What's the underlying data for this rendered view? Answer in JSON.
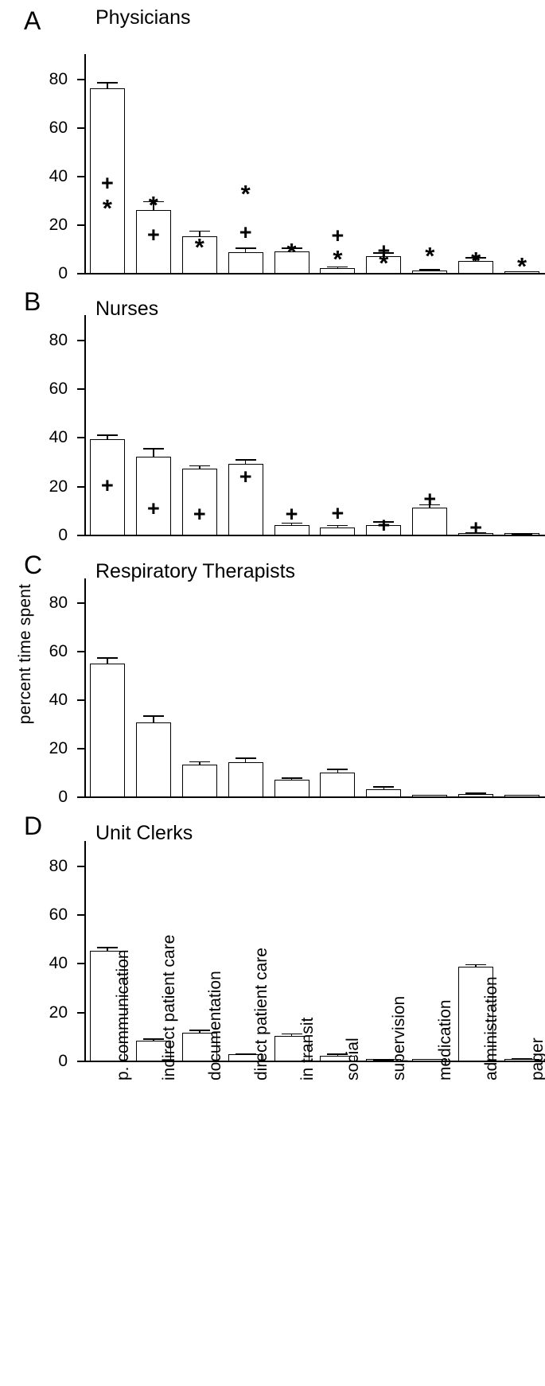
{
  "figure": {
    "ylabel": "percent time spent",
    "yticks": [
      0,
      20,
      40,
      60,
      80
    ],
    "categories": [
      "p. communication",
      "indirect patient care",
      "documentation",
      "direct patient care",
      "in transit",
      "social",
      "supervision",
      "medication",
      "administration",
      "pager"
    ]
  },
  "panels": [
    {
      "letter": "A",
      "title": "Physicians"
    },
    {
      "letter": "B",
      "title": "Nurses"
    },
    {
      "letter": "C",
      "title": "Respiratory Therapists"
    },
    {
      "letter": "D",
      "title": "Unit Clerks"
    }
  ],
  "chart_data": [
    {
      "type": "bar",
      "panel": "A",
      "title": "Physicians",
      "xlabel": "",
      "ylabel": "percent time spent",
      "ylim": [
        0,
        90
      ],
      "yticks": [
        0,
        20,
        40,
        60,
        80
      ],
      "grid": false,
      "categories": [
        "p. communication",
        "indirect patient care",
        "documentation",
        "direct patient care",
        "in transit",
        "social",
        "supervision",
        "medication",
        "administration",
        "pager"
      ],
      "values": [
        76.0,
        26.0,
        15.0,
        8.5,
        9.0,
        2.0,
        7.0,
        1.0,
        5.0,
        0.3
      ],
      "errors": [
        2.5,
        3.5,
        2.5,
        2.0,
        1.5,
        0.7,
        1.5,
        0.5,
        1.5,
        0.2
      ],
      "annotations": [
        {
          "category": "p. communication",
          "symbol": "+",
          "value": 36.5
        },
        {
          "category": "p. communication",
          "symbol": "*",
          "value": 24.5
        },
        {
          "category": "indirect patient care",
          "symbol": "*",
          "value": 26.0
        },
        {
          "category": "indirect patient care",
          "symbol": "+",
          "value": 15.5
        },
        {
          "category": "documentation",
          "symbol": "*",
          "value": 8.5
        },
        {
          "category": "direct patient care",
          "symbol": "*",
          "value": 30.5
        },
        {
          "category": "direct patient care",
          "symbol": "+",
          "value": 16.5
        },
        {
          "category": "in transit",
          "symbol": "*",
          "value": 6.5
        },
        {
          "category": "social",
          "symbol": "+",
          "value": 15.0
        },
        {
          "category": "social",
          "symbol": "*",
          "value": 3.5
        },
        {
          "category": "supervision",
          "symbol": "+",
          "value": 9.0
        },
        {
          "category": "supervision",
          "symbol": "*",
          "value": 2.0
        },
        {
          "category": "medication",
          "symbol": "*",
          "value": 5.0
        },
        {
          "category": "administration",
          "symbol": "*",
          "value": 3.0
        },
        {
          "category": "pager",
          "symbol": "*",
          "value": 0.5
        }
      ]
    },
    {
      "type": "bar",
      "panel": "B",
      "title": "Nurses",
      "xlabel": "",
      "ylabel": "percent time spent",
      "ylim": [
        0,
        90
      ],
      "yticks": [
        0,
        20,
        40,
        60,
        80
      ],
      "grid": false,
      "categories": [
        "p. communication",
        "indirect patient care",
        "documentation",
        "direct patient care",
        "in transit",
        "social",
        "supervision",
        "medication",
        "administration",
        "pager"
      ],
      "values": [
        39.0,
        32.0,
        27.0,
        29.0,
        4.0,
        3.0,
        4.0,
        11.0,
        0.5,
        0.2
      ],
      "errors": [
        2.0,
        3.5,
        1.5,
        2.0,
        1.0,
        1.0,
        1.5,
        1.5,
        0.3,
        0.1
      ],
      "annotations": [
        {
          "category": "p. communication",
          "symbol": "+",
          "value": 20.0
        },
        {
          "category": "indirect patient care",
          "symbol": "+",
          "value": 10.5
        },
        {
          "category": "documentation",
          "symbol": "+",
          "value": 8.0
        },
        {
          "category": "direct patient care",
          "symbol": "+",
          "value": 23.5
        },
        {
          "category": "in transit",
          "symbol": "+",
          "value": 8.0
        },
        {
          "category": "social",
          "symbol": "+",
          "value": 8.5
        },
        {
          "category": "supervision",
          "symbol": "+",
          "value": 3.5
        },
        {
          "category": "medication",
          "symbol": "+",
          "value": 14.5
        },
        {
          "category": "administration",
          "symbol": "+",
          "value": 2.5
        }
      ]
    },
    {
      "type": "bar",
      "panel": "C",
      "title": "Respiratory Therapists",
      "xlabel": "",
      "ylabel": "percent time spent",
      "ylim": [
        0,
        90
      ],
      "yticks": [
        0,
        20,
        40,
        60,
        80
      ],
      "grid": false,
      "categories": [
        "p. communication",
        "indirect patient care",
        "documentation",
        "direct patient care",
        "in transit",
        "social",
        "supervision",
        "medication",
        "administration",
        "pager"
      ],
      "values": [
        55.0,
        30.5,
        13.0,
        14.0,
        7.0,
        10.0,
        3.0,
        0.4,
        1.0,
        0.3
      ],
      "errors": [
        2.5,
        3.0,
        1.5,
        2.0,
        0.8,
        1.5,
        1.2,
        0.2,
        0.5,
        0.2
      ],
      "annotations": []
    },
    {
      "type": "bar",
      "panel": "D",
      "title": "Unit Clerks",
      "xlabel": "",
      "ylabel": "percent time spent",
      "ylim": [
        0,
        90
      ],
      "yticks": [
        0,
        20,
        40,
        60,
        80
      ],
      "grid": false,
      "categories": [
        "p. communication",
        "indirect patient care",
        "documentation",
        "direct patient care",
        "in transit",
        "social",
        "supervision",
        "medication",
        "administration",
        "pager"
      ],
      "values": [
        45.0,
        8.0,
        11.5,
        2.5,
        10.0,
        2.0,
        0.15,
        0.3,
        38.5,
        0.7
      ],
      "errors": [
        1.5,
        1.0,
        1.2,
        0.5,
        1.2,
        0.8,
        0.1,
        0.2,
        1.0,
        0.3
      ],
      "annotations": []
    }
  ]
}
